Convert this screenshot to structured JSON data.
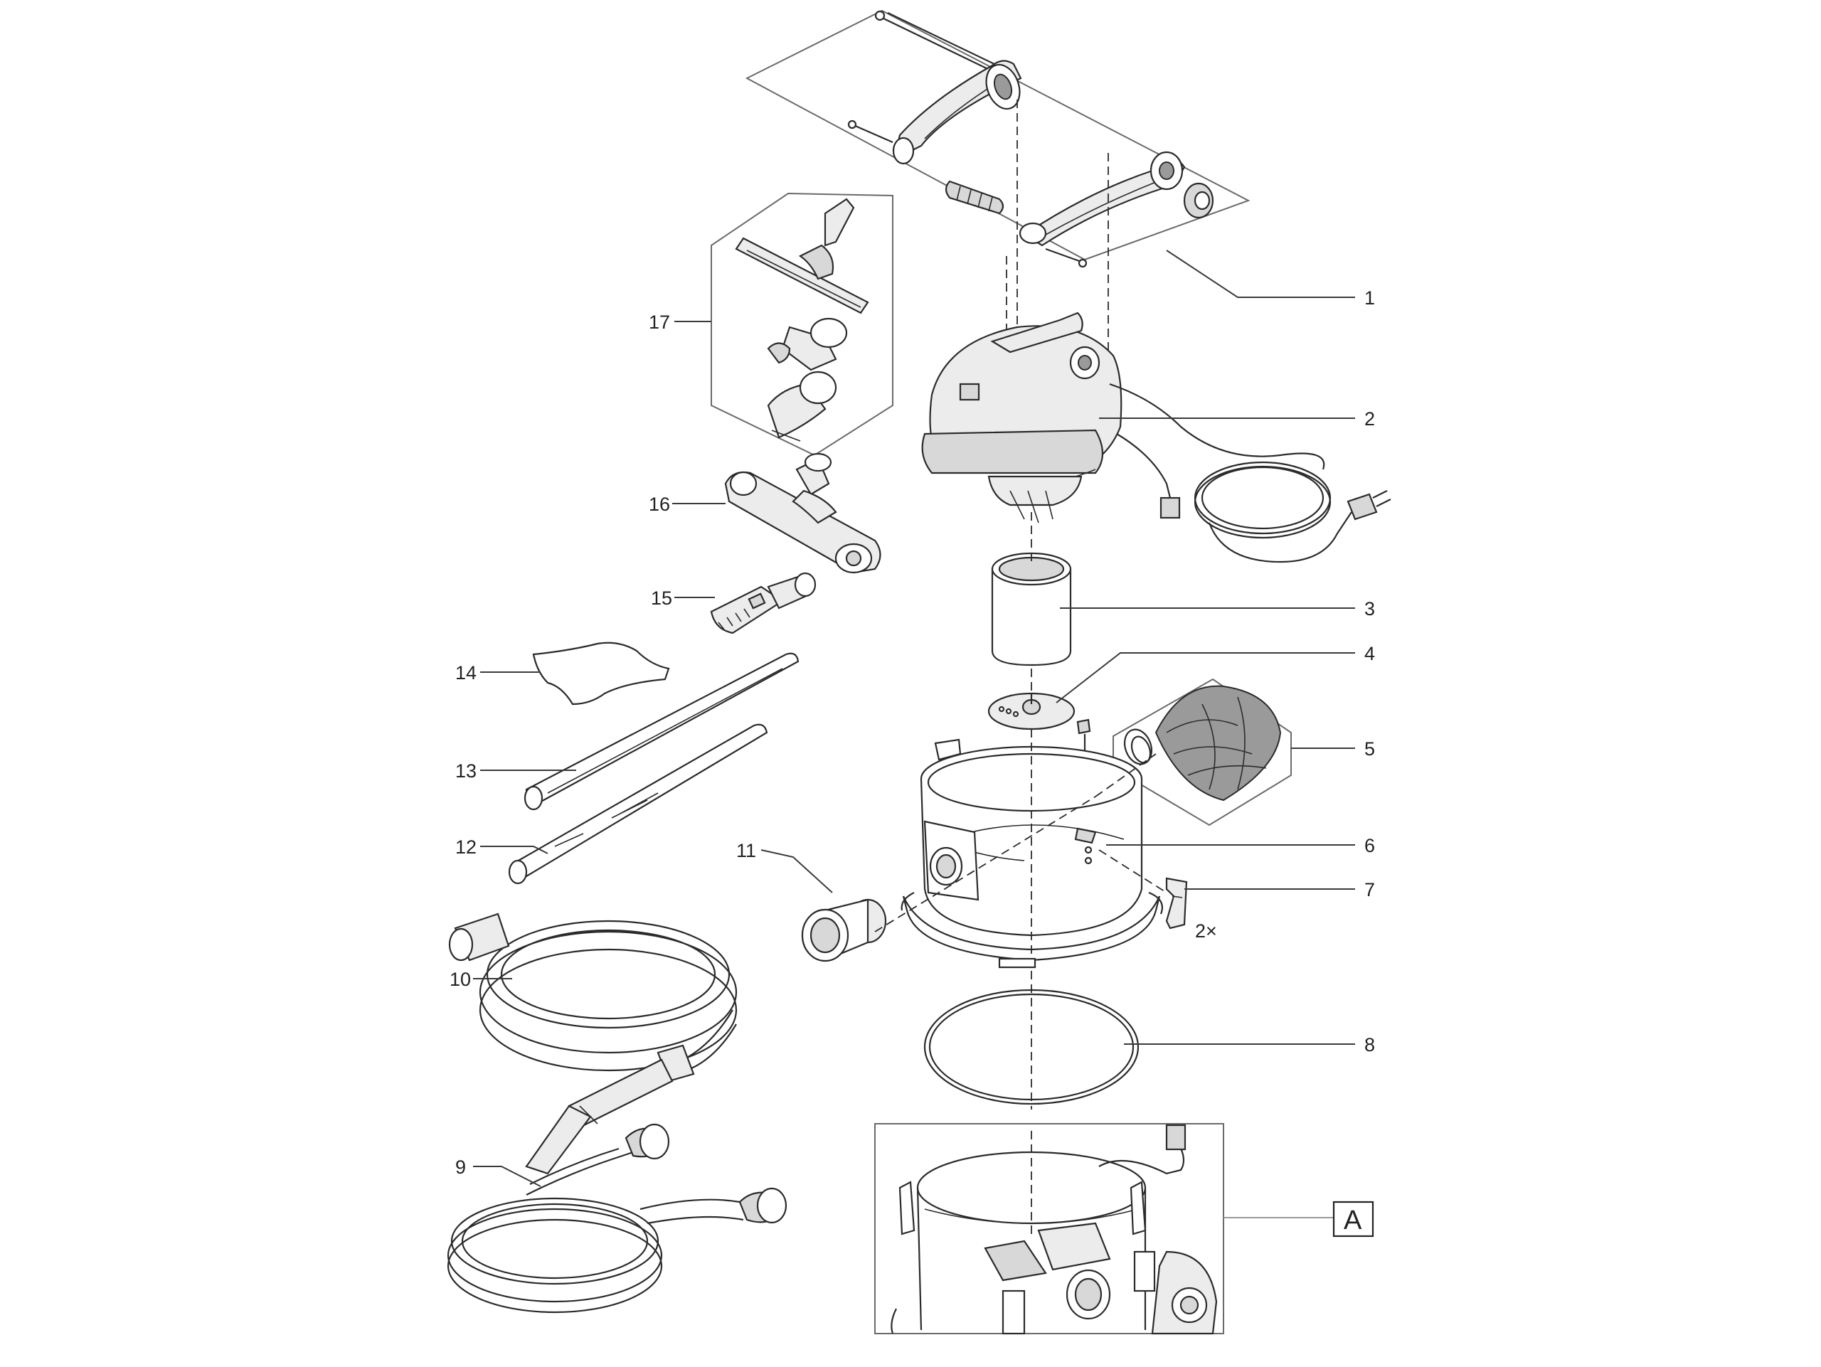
{
  "callouts": [
    {
      "id": "1",
      "label": "1"
    },
    {
      "id": "2",
      "label": "2"
    },
    {
      "id": "3",
      "label": "3"
    },
    {
      "id": "4",
      "label": "4"
    },
    {
      "id": "5",
      "label": "5"
    },
    {
      "id": "6",
      "label": "6"
    },
    {
      "id": "7",
      "label": "7"
    },
    {
      "id": "8",
      "label": "8"
    },
    {
      "id": "9",
      "label": "9"
    },
    {
      "id": "10",
      "label": "10"
    },
    {
      "id": "11",
      "label": "11"
    },
    {
      "id": "12",
      "label": "12"
    },
    {
      "id": "13",
      "label": "13"
    },
    {
      "id": "14",
      "label": "14"
    },
    {
      "id": "15",
      "label": "15"
    },
    {
      "id": "16",
      "label": "16"
    },
    {
      "id": "17",
      "label": "17"
    }
  ],
  "quantity_note": "2×",
  "reference_box": "A"
}
